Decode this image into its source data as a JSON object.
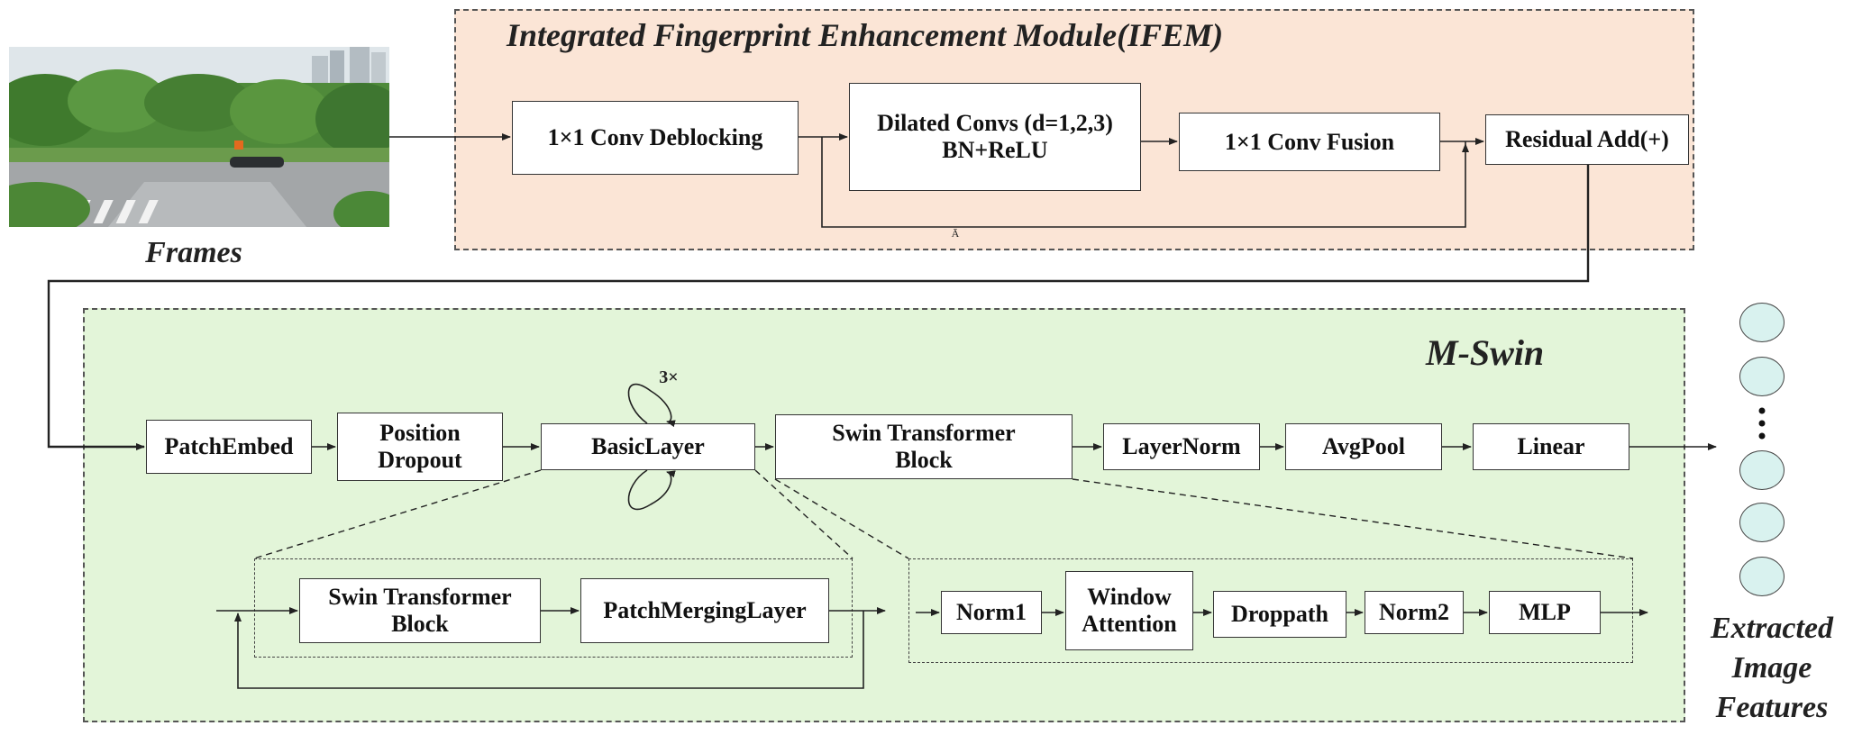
{
  "colors": {
    "ifem_fill": "#fbe5d6",
    "mswin_fill": "#e3f5d9",
    "feature_fill": "#d9f2ef",
    "stroke": "#333333"
  },
  "frames_label": "Frames",
  "ifem": {
    "title": "Integrated Fingerprint Enhancement Module(IFEM)",
    "deblock": "1×1 Conv Deblocking",
    "dilated": "Dilated Convs (d=1,2,3)\nBN+ReLU",
    "fusion": "1×1 Conv Fusion",
    "residual": "Residual Add(+)",
    "skip_mark": "Ā"
  },
  "mswin": {
    "title": "M-Swin",
    "patch_embed": "PatchEmbed",
    "position_dropout": "Position\nDropout",
    "basic_layer": "BasicLayer",
    "repeat": "3×",
    "swin_block": "Swin Transformer\nBlock",
    "layer_norm": "LayerNorm",
    "avg_pool": "AvgPool",
    "linear": "Linear",
    "basic_detail": {
      "swin_block": "Swin Transformer\nBlock",
      "patch_merging": "PatchMergingLayer"
    },
    "swin_detail": {
      "norm1": "Norm1",
      "window_attention": "Window\nAttention",
      "droppath": "Droppath",
      "norm2": "Norm2",
      "mlp": "MLP"
    }
  },
  "features_label": "Extracted\nImage\nFeatures"
}
